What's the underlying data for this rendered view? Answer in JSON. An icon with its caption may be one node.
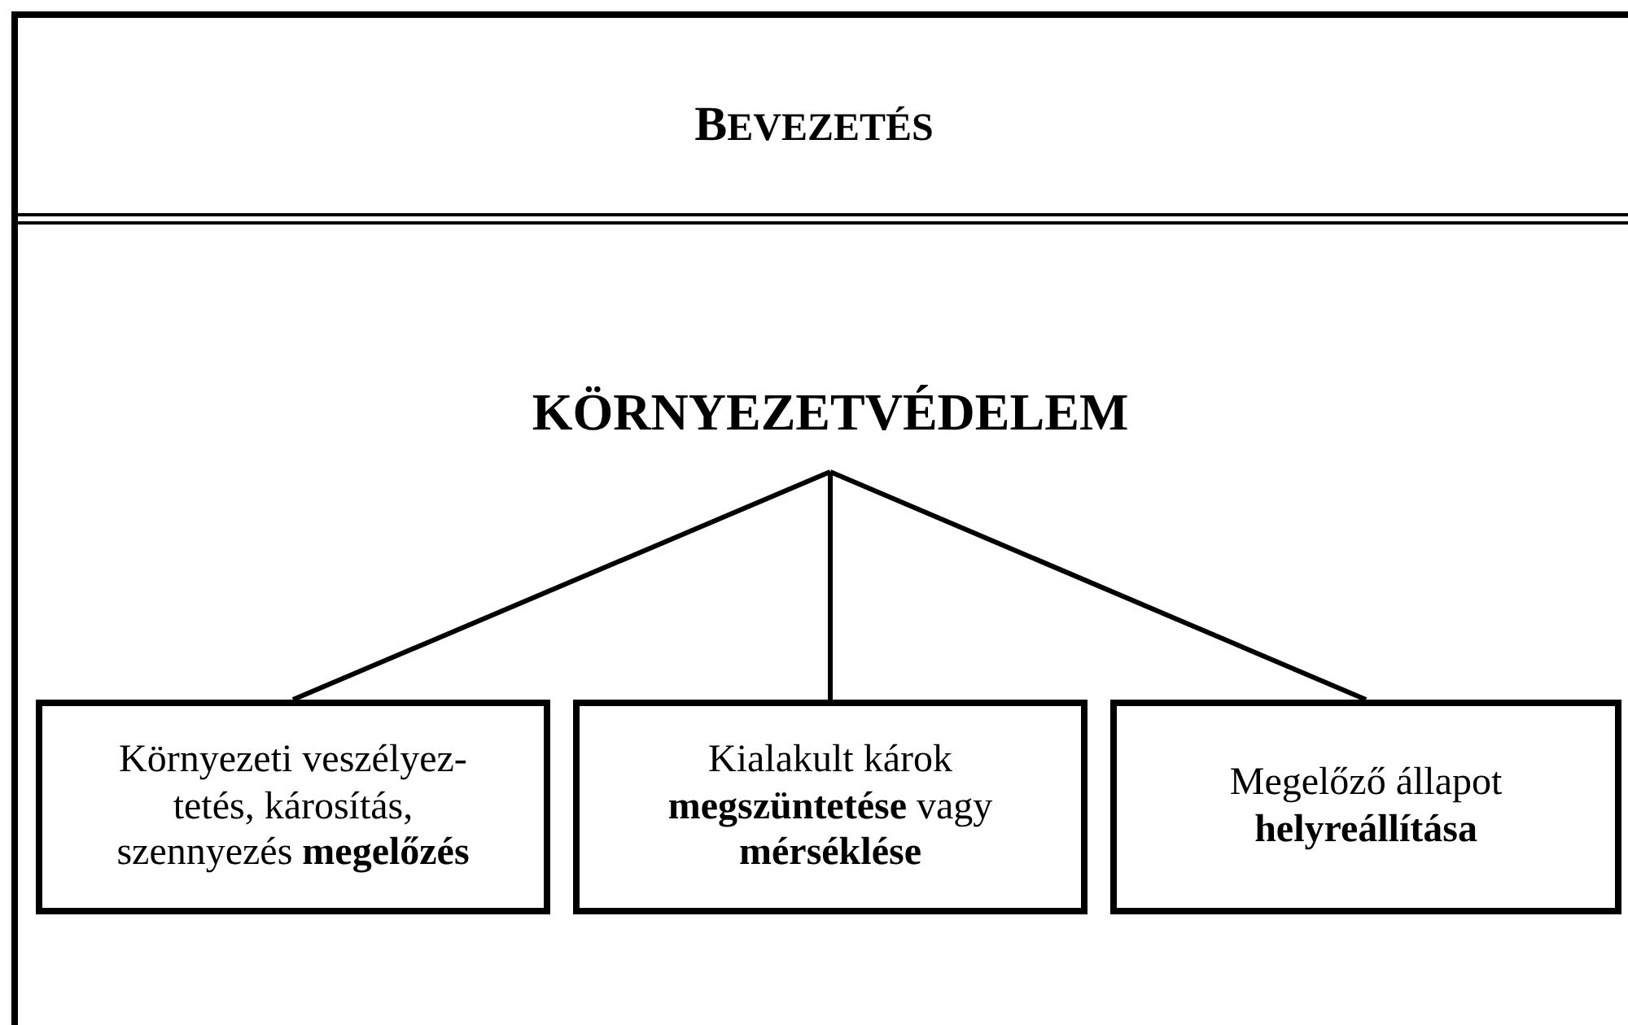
{
  "diagram": {
    "title": "BEVEZETÉS",
    "nodes": [
      {
        "text": [
          "KÖRNYEZETVÉDELEM"
        ]
      },
      {
        "text": [
          "Környezeti veszélyez-tetés, károsítás, szennyezés **megelőzés**"
        ]
      },
      {
        "text": [
          "Kialakult károk **megszüntetése** vagy **mérséklése**"
        ]
      },
      {
        "text": [
          "Megelőző állapot **helyreállítása**"
        ]
      }
    ],
    "edges": [
      {
        "from": 0,
        "to": 1,
        "arrow": "none"
      },
      {
        "from": 0,
        "to": 2,
        "arrow": "none"
      },
      {
        "from": 0,
        "to": 3,
        "arrow": "none"
      }
    ]
  }
}
